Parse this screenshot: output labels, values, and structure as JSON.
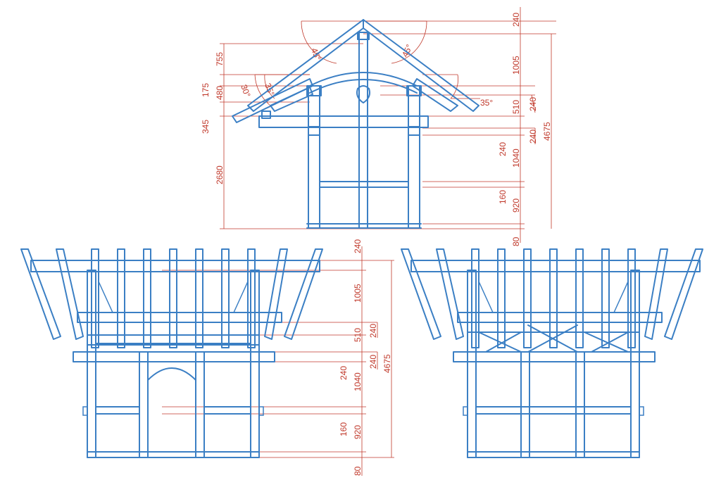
{
  "colors": {
    "frame": "#3b7fc4",
    "dimension": "#c0392b",
    "background": "#ffffff"
  },
  "side_elevation": {
    "left_dims": [
      "755",
      "175",
      "480",
      "345",
      "2680"
    ],
    "angles": [
      "45°",
      "45°",
      "30°",
      "35°",
      "35°"
    ],
    "right_dims": [
      "240",
      "1005",
      "510",
      "240",
      "240",
      "1040",
      "240",
      "160",
      "920",
      "80"
    ],
    "total_height": "4675"
  },
  "front_elevation": {
    "right_dims": [
      "240",
      "1005",
      "510",
      "240",
      "240",
      "1040",
      "240",
      "160",
      "920",
      "80"
    ],
    "total_height": "4675"
  }
}
